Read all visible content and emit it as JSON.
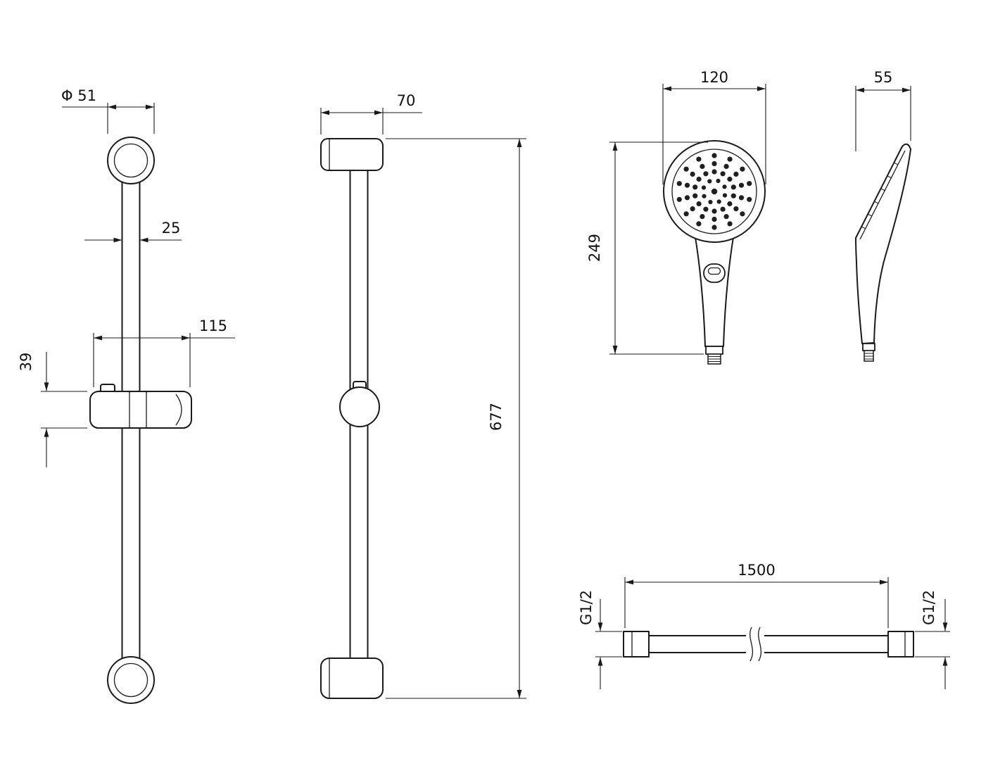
{
  "views": {
    "slidebar_front": {
      "dims": {
        "ring_diameter": "Φ 51",
        "bar_width": "25",
        "holder_length": "115",
        "holder_height": "39"
      }
    },
    "slidebar_side": {
      "dims": {
        "wall_offset": "70",
        "total_height": "677"
      }
    },
    "handshower_front": {
      "dims": {
        "head_diameter": "120",
        "total_length": "249"
      }
    },
    "handshower_side": {
      "dims": {
        "head_depth": "55"
      }
    },
    "hose": {
      "dims": {
        "length": "1500",
        "thread_left": "G1/2",
        "thread_right": "G1/2"
      }
    }
  },
  "colors": {
    "line": "#1a1a1a",
    "background": "#ffffff"
  }
}
